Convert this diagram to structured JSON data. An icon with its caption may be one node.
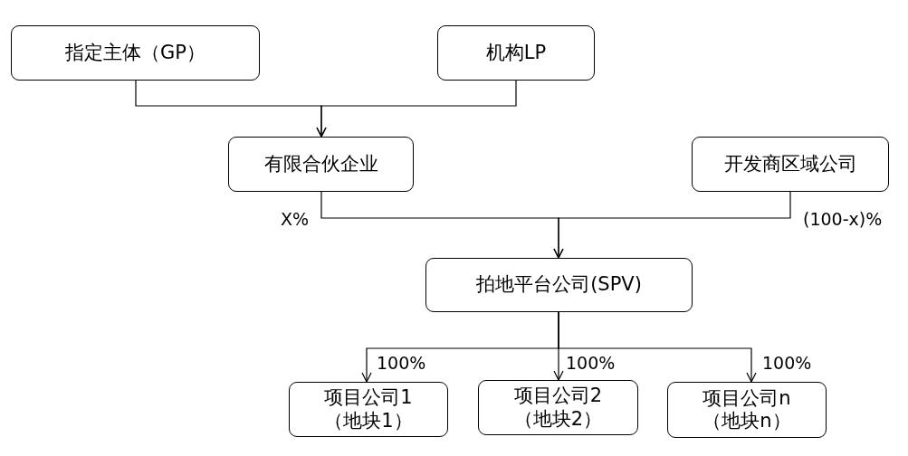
{
  "diagram": {
    "nodes": [
      {
        "text": [
          "指定主体（GP）"
        ]
      },
      {
        "text": [
          "机构LP"
        ]
      },
      {
        "text": [
          "有限合伙企业"
        ]
      },
      {
        "text": [
          "开发商区域公司"
        ]
      },
      {
        "text": [
          "拍地平台公司(SPV)"
        ]
      },
      {
        "text": [
          "项目公司1",
          "（地块1）"
        ]
      },
      {
        "text": [
          "项目公司2",
          "（地块2）"
        ]
      },
      {
        "text": [
          "项目公司n",
          "（地块n）"
        ]
      }
    ],
    "edges": [
      {
        "from": 0,
        "to": 2,
        "arrow": "to"
      },
      {
        "from": 1,
        "to": 2,
        "arrow": "to"
      },
      {
        "from": 2,
        "to": 4,
        "arrow": "to",
        "label": "X%"
      },
      {
        "from": 3,
        "to": 4,
        "arrow": "to",
        "label": "(100-x)%"
      },
      {
        "from": 4,
        "to": 5,
        "arrow": "to",
        "label": "100%"
      },
      {
        "from": 4,
        "to": 6,
        "arrow": "to",
        "label": "100%"
      },
      {
        "from": 4,
        "to": 7,
        "arrow": "to",
        "label": "100%"
      }
    ]
  }
}
